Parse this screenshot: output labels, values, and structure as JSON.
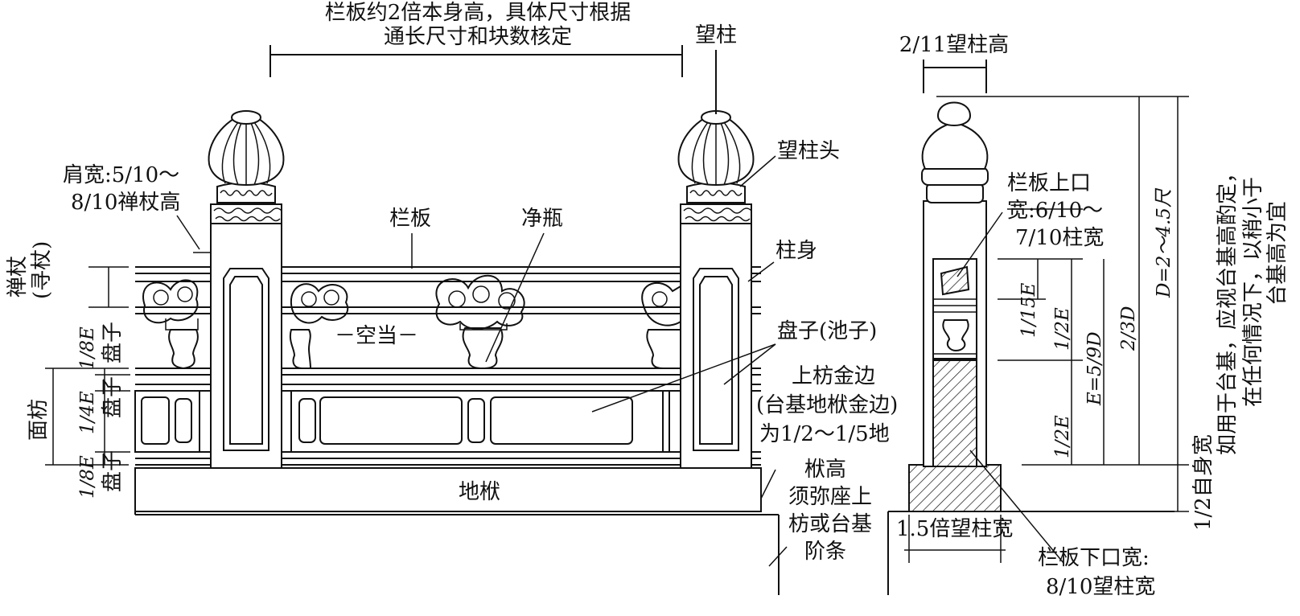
{
  "labels": {
    "top_line1": "栏板约2倍本身高，具体尺寸根据",
    "top_line2": "通长尺寸和块数核定",
    "wangzhu": "望柱",
    "shoulder1": "肩宽:5/10～",
    "shoulder2": "8/10禅杖高",
    "wangzhutou": "望柱头",
    "lanban": "栏板",
    "jingping": "净瓶",
    "zhushen": "柱身",
    "chanzhang1": "禅杖",
    "chanzhang2": "(寻杖)",
    "kongdang": "－空当－",
    "panzi": "盘子(池子)",
    "mianfang": "面枋",
    "panzi_v1": "盘子",
    "panzi_v2": "盘子",
    "frac_18E_a": "1/8E",
    "frac_14E": "1/4E",
    "frac_18E_b": "1/8E",
    "shangfang1": "上枋金边",
    "shangfang2": "(台基地栿金边)",
    "shangfang3": "为1/2～1/5地",
    "difu": "地栿",
    "fugao1": "栿高",
    "fugao2": "须弥座上",
    "fugao3": "枋或台基",
    "fugao4": "阶条",
    "post_width": "2/11望柱高",
    "lanban_top1": "栏板上口",
    "lanban_top2": "宽:6/10～",
    "lanban_top3": "7/10柱宽",
    "dim_115E": "1/15E",
    "dim_12E_a": "1/2E",
    "dim_12E_b": "1/2E",
    "dim_E59D": "E=5/9D",
    "dim_23D": "2/3D",
    "dim_D": "D=2～4.5尺",
    "note1": "如用于台基，应视台基高酌定，",
    "note2": "在任何情况下，以稍小于",
    "note3": "台基高为宜",
    "base_dim": "1/2自身宽",
    "base_width": "1.5倍望柱宽",
    "lanban_bottom1": "栏板下口宽:",
    "lanban_bottom2": "8/10望柱宽"
  }
}
